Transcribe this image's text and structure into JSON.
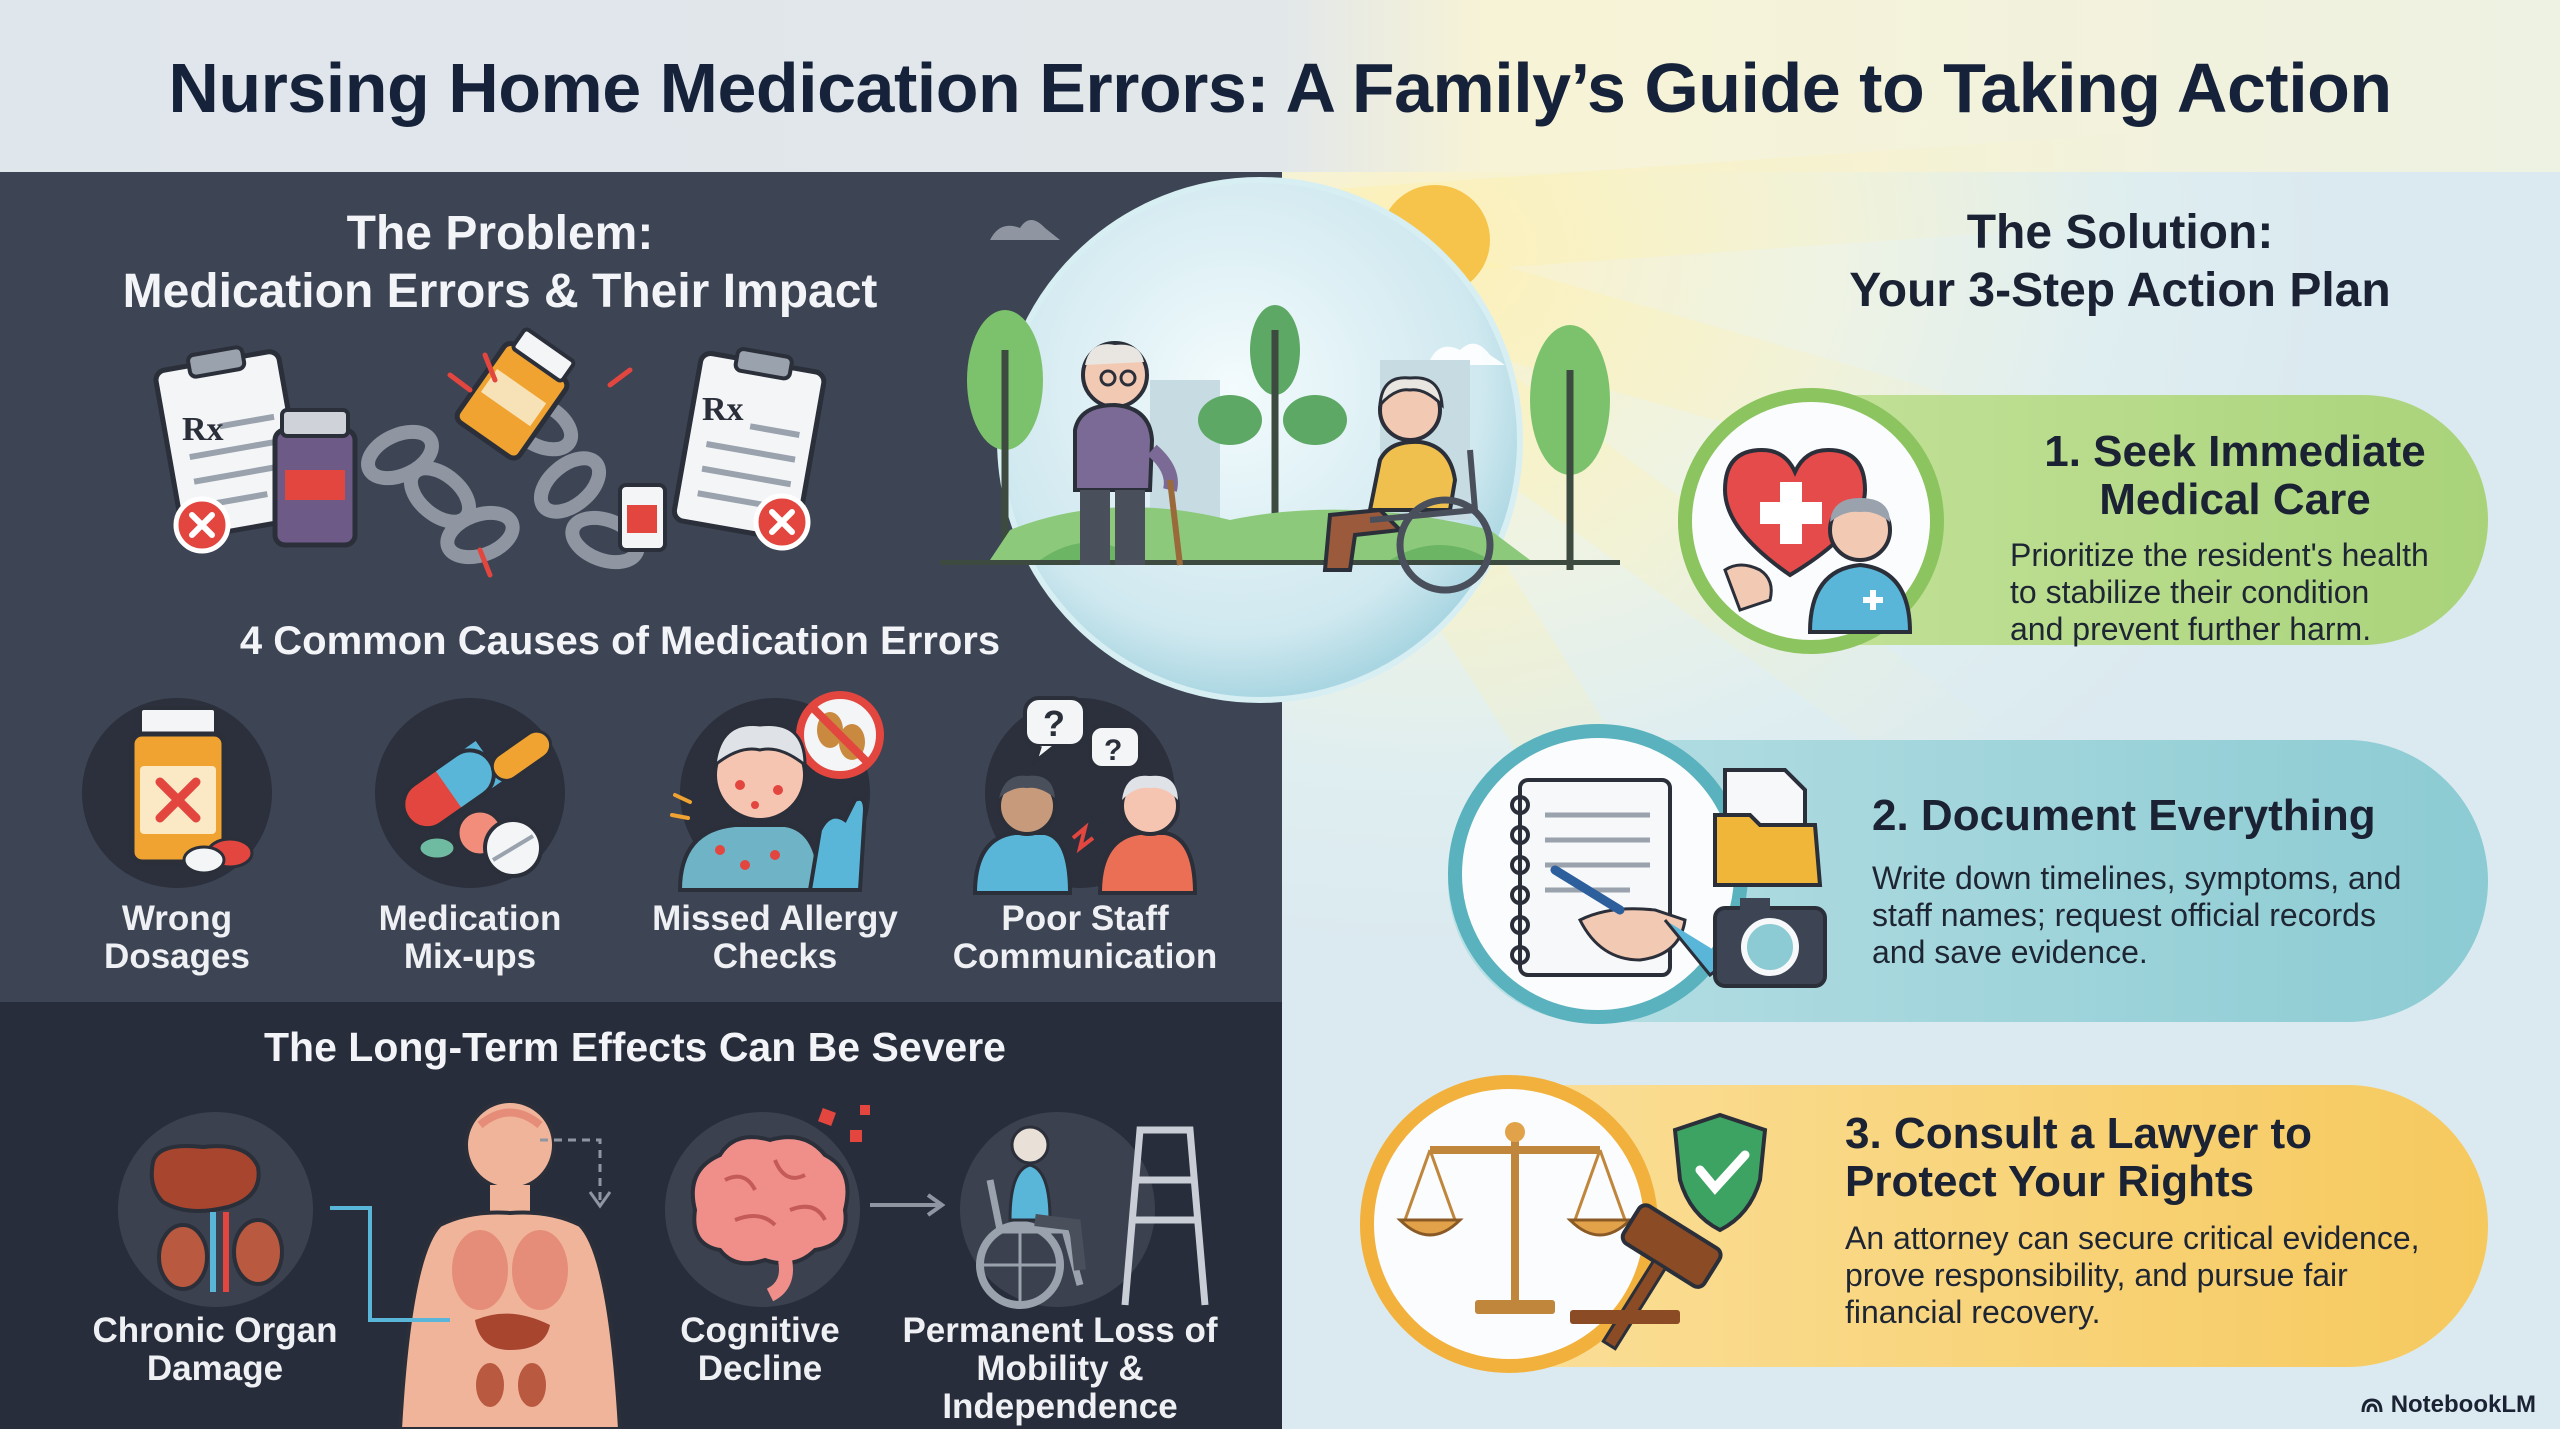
{
  "title": "Nursing Home Medication Errors: A Family’s Guide to Taking Action",
  "problem": {
    "heading": [
      "The Problem:",
      "Medication Errors & Their Impact"
    ],
    "causes_heading": "4 Common Causes of Medication Errors",
    "causes": [
      {
        "label": [
          "Wrong",
          "Dosages"
        ],
        "icon": "medicine-bottle-x-icon"
      },
      {
        "label": [
          "Medication",
          "Mix-ups"
        ],
        "icon": "pills-icon"
      },
      {
        "label": [
          "Missed Allergy",
          "Checks"
        ],
        "icon": "allergy-icon"
      },
      {
        "label": [
          "Poor Staff",
          "Communication"
        ],
        "icon": "speech-question-icon"
      }
    ],
    "rx_label": "Rx"
  },
  "effects": {
    "heading": "The Long-Term Effects Can Be Severe",
    "items": [
      {
        "label": [
          "Chronic Organ",
          "Damage"
        ],
        "icon": "organs-icon"
      },
      {
        "label": [
          "Cognitive",
          "Decline"
        ],
        "icon": "brain-icon"
      },
      {
        "label": [
          "Permanent Loss of",
          "Mobility & Independence"
        ],
        "icon": "wheelchair-walker-icon"
      }
    ]
  },
  "solution": {
    "heading": [
      "The Solution:",
      "Your 3-Step Action Plan"
    ],
    "steps": [
      {
        "title": [
          "1. Seek Immediate",
          "Medical Care"
        ],
        "body": [
          "Prioritize the resident's health",
          "to stabilize their condition",
          "and prevent further harm."
        ],
        "icon": "heart-nurse-icon",
        "color": "#a9d37a"
      },
      {
        "title": [
          "2. Document Everything"
        ],
        "body": [
          "Write down timelines, symptoms, and",
          "staff names; request official records",
          "and save evidence."
        ],
        "icon": "notebook-camera-icon",
        "color": "#8ccbd3"
      },
      {
        "title": [
          "3. Consult a Lawyer to",
          "Protect Your Rights"
        ],
        "body": [
          "An attorney can secure critical evidence,",
          "prove responsibility, and pursue fair",
          "financial recovery."
        ],
        "icon": "scales-gavel-icon",
        "color": "#f6c95e"
      }
    ]
  },
  "brand": "NotebookLM",
  "colors": {
    "problem_panel": "#3d4454",
    "effects_panel": "#282d3b",
    "title_text": "#15223a",
    "step1": "#a9d37a",
    "step2": "#8ccbd3",
    "step3": "#f6c95e"
  }
}
